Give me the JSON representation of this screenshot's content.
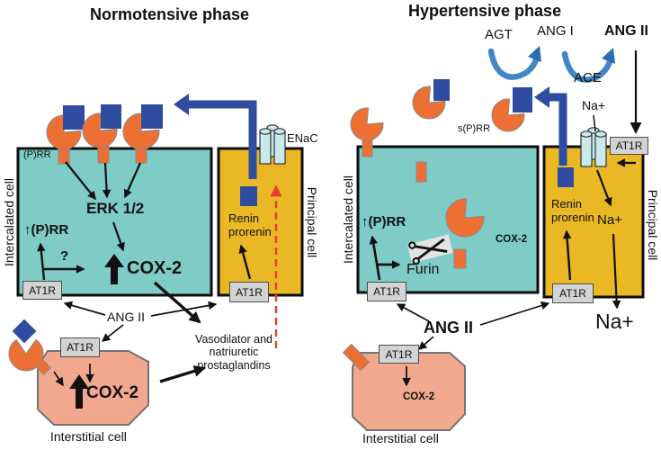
{
  "l": {
    "title": "Normotensive phase",
    "intercalated_label": "Intercalated cell",
    "prr_mem": "(P)RR",
    "erk": "ERK 1/2",
    "prr_up": "↑(P)RR",
    "q": "?",
    "cox2": "COX-2",
    "at1r": "AT1R",
    "principal_label": "Principal cell",
    "enac": "ENaC",
    "renin": "Renin",
    "prorenin": "prorenin",
    "at1r_principal": "AT1R",
    "ang2": "ANG II",
    "vaso1": "Vasodilator and",
    "vaso2": "natriuretic",
    "vaso3": "prostaglandins",
    "at1r_interstitial": "AT1R",
    "cox2_interstitial": "COX-2",
    "interstitial_label": "Interstitial cell"
  },
  "r": {
    "title": "Hypertensive phase",
    "agt": "AGT",
    "ang1": "ANG I",
    "ang2_top": "ANG II",
    "ace": "ACE",
    "na_top": "Na+",
    "sprr": "s(P)RR",
    "intercalated_label": "Intercalated cell",
    "prr_up": "↑(P)RR",
    "furin": "Furin",
    "cox2": "COX-2",
    "at1r": "AT1R",
    "principal_label": "Principal cell",
    "renin": "Renin",
    "prorenin": "prorenin",
    "at1r_top": "AT1R",
    "at1r_bottom": "AT1R",
    "na_in": "Na+",
    "na_out": "Na+",
    "ang2": "ANG II",
    "at1r_interstitial": "AT1R",
    "cox2_interstitial": "COX-2",
    "interstitial_label": "Interstitial cell"
  },
  "colors": {
    "intercalated_cell": "#7FCBC6",
    "principal_cell": "#E9B824",
    "interstitial_cell": "#F2A78F",
    "receptor_orange": "#ED6F34",
    "renin_blue": "#2E4DA1",
    "enac_cyan": "#C9E9EB",
    "arrow_red": "#E43C2D",
    "at1r_gray": "#D3D3D3"
  }
}
